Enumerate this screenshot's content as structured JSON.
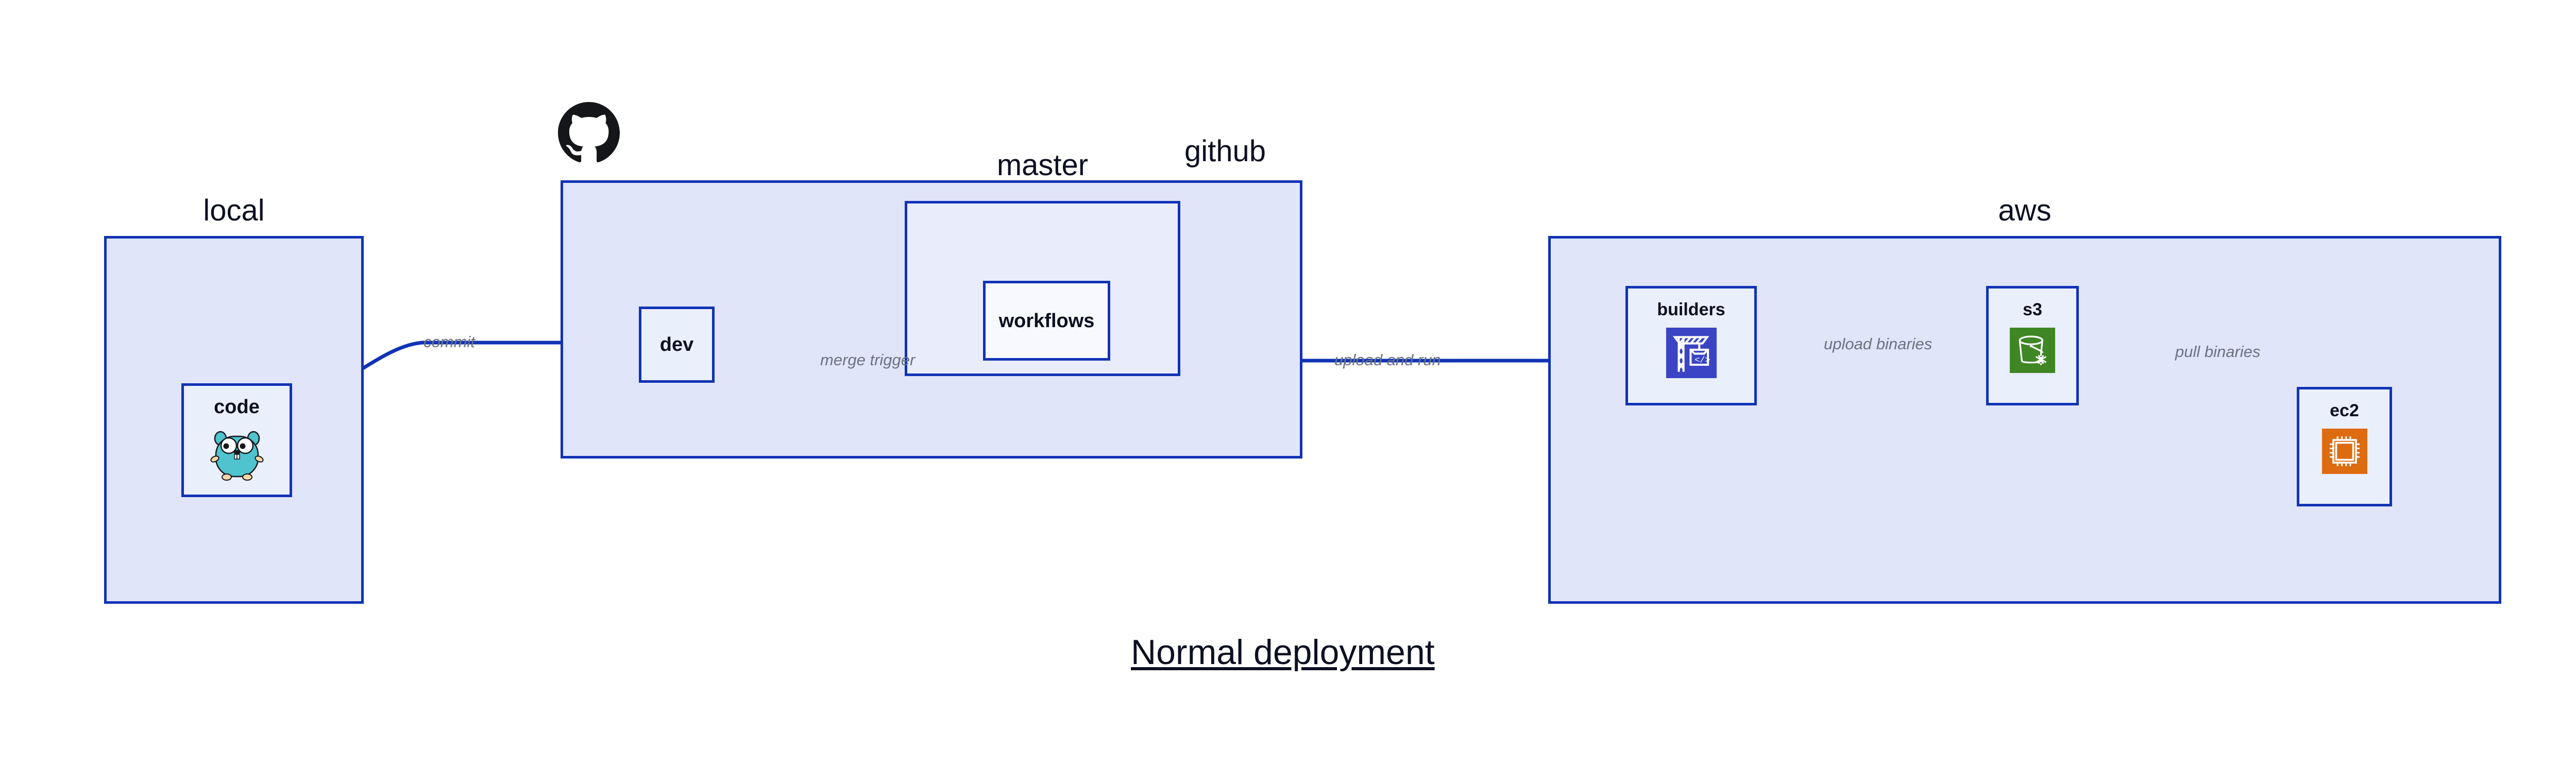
{
  "diagram": {
    "title": "Normal deployment",
    "background_color": "#ffffff",
    "accent_color": "#1133b5",
    "group_fill": "#e0e5f9",
    "subgroup_fill": "#e9edfb",
    "node_fill": "#eaeffc",
    "label_color": "#0d1021",
    "edge_label_color": "#6b7280"
  },
  "groups": {
    "local": {
      "label": "local"
    },
    "github": {
      "label": "github"
    },
    "master": {
      "label": "master"
    },
    "aws": {
      "label": "aws"
    }
  },
  "nodes": {
    "code": {
      "label": "code",
      "icon": "go-gopher-icon"
    },
    "dev": {
      "label": "dev",
      "icon": "none"
    },
    "workflows": {
      "label": "workflows",
      "icon": "none"
    },
    "builders": {
      "label": "builders",
      "icon": "aws-codebuild-icon",
      "icon_color": "#3a44c4"
    },
    "s3": {
      "label": "s3",
      "icon": "aws-s3-glacier-icon",
      "icon_color": "#3f8624"
    },
    "ec2": {
      "label": "ec2",
      "icon": "aws-ec2-icon",
      "icon_color": "#dd6b10"
    }
  },
  "edges": [
    {
      "id": "code-to-dev",
      "label": "commit"
    },
    {
      "id": "dev-to-workflows",
      "label": "merge trigger"
    },
    {
      "id": "workflows-to-builders",
      "label": "upload and run"
    },
    {
      "id": "builders-to-s3",
      "label": "upload binaries"
    },
    {
      "id": "s3-to-ec2",
      "label": "pull binaries"
    }
  ],
  "logos": {
    "github": "github-octocat-icon"
  }
}
